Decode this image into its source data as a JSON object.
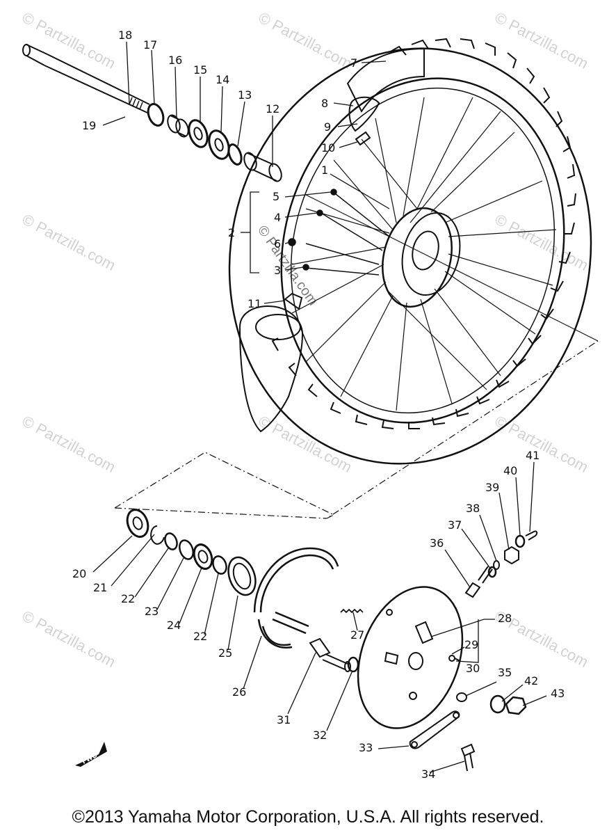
{
  "watermark_text": "© Partzilla.com",
  "fwd_label": "FWD",
  "footer_text": "©2013 Yamaha Motor Corporation, U.S.A. All rights reserved.",
  "colors": {
    "line": "#111111",
    "watermark": "#d2d2d2",
    "background": "#ffffff"
  },
  "callouts": {
    "n1": "1",
    "n2": "2",
    "n3": "3",
    "n4": "4",
    "n5": "5",
    "n6": "6",
    "n7": "7",
    "n8": "8",
    "n9": "9",
    "n10": "10",
    "n11": "11",
    "n12": "12",
    "n13": "13",
    "n14": "14",
    "n15": "15",
    "n16": "16",
    "n17": "17",
    "n18": "18",
    "n19": "19",
    "n20": "20",
    "n21": "21",
    "n22a": "22",
    "n22b": "22",
    "n23": "23",
    "n24": "24",
    "n25": "25",
    "n26": "26",
    "n27": "27",
    "n28": "28",
    "n29": "29",
    "n30": "30",
    "n31": "31",
    "n32": "32",
    "n33": "33",
    "n34": "34",
    "n35": "35",
    "n36": "36",
    "n37": "37",
    "n38": "38",
    "n39": "39",
    "n40": "40",
    "n41": "41",
    "n42": "42",
    "n43": "43"
  }
}
